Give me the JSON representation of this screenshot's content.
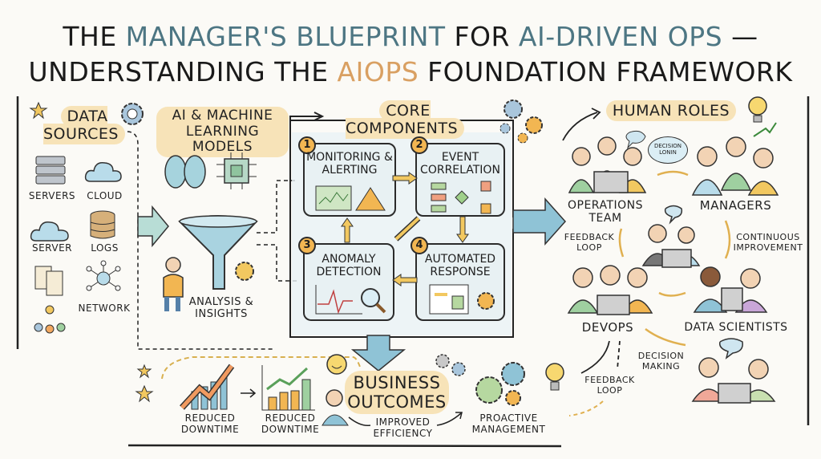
{
  "title": {
    "line1": [
      {
        "text": "THE ",
        "color": "#1a1a1a"
      },
      {
        "text": "MANAGER'S BLUEPRINT",
        "color": "#4d7683"
      },
      {
        "text": " FOR ",
        "color": "#1a1a1a"
      },
      {
        "text": "AI-DRIVEN OPS",
        "color": "#4d7683"
      },
      {
        "text": " —",
        "color": "#1a1a1a"
      }
    ],
    "line2": [
      {
        "text": "UNDERSTANDING THE ",
        "color": "#1a1a1a"
      },
      {
        "text": "AIOPS",
        "color": "#d9a062"
      },
      {
        "text": " FOUNDATION FRAMEWORK",
        "color": "#1a1a1a"
      }
    ]
  },
  "data_sources": {
    "heading": "DATA SOURCES",
    "items": [
      "SERVERS",
      "CLOUD",
      "SERVER",
      "LOGS",
      "NETWORK"
    ]
  },
  "ai_models": {
    "heading": "AI & MACHINE LEARNING MODELS",
    "caption": "ANALYSIS & INSIGHTS"
  },
  "core": {
    "heading": "CORE COMPONENTS",
    "components": [
      {
        "number": "1",
        "label": "MONITORING & ALERTING"
      },
      {
        "number": "2",
        "label": "EVENT CORRELATION"
      },
      {
        "number": "3",
        "label": "ANOMALY DETECTION"
      },
      {
        "number": "4",
        "label": "AUTOMATED RESPONSE"
      }
    ]
  },
  "human_roles": {
    "heading": "HUMAN ROLES",
    "bubble": "DECISION LONIN",
    "roles": [
      "OPERATIONS TEAM",
      "MANAGERS",
      "DEVOPS",
      "DATA SCIENTISTS"
    ],
    "flows": [
      "FEEDBACK LOOP",
      "CONTINUOUS IMPROVEMENT",
      "DECISION MAKING",
      "FEEDBACK LOOP"
    ]
  },
  "business": {
    "heading": "BUSINESS OUTCOMES",
    "items": [
      "REDUCED DOWNTIME",
      "REDUCED DOWNTIME",
      "IMPROVED EFFICIENCY",
      "PROACTIVE MANAGEMENT"
    ]
  },
  "colors": {
    "accent_blue": "#4d7683",
    "accent_orange": "#d9a062",
    "highlight": "#f7e3b8",
    "box_fill": "#e8f1f3"
  }
}
